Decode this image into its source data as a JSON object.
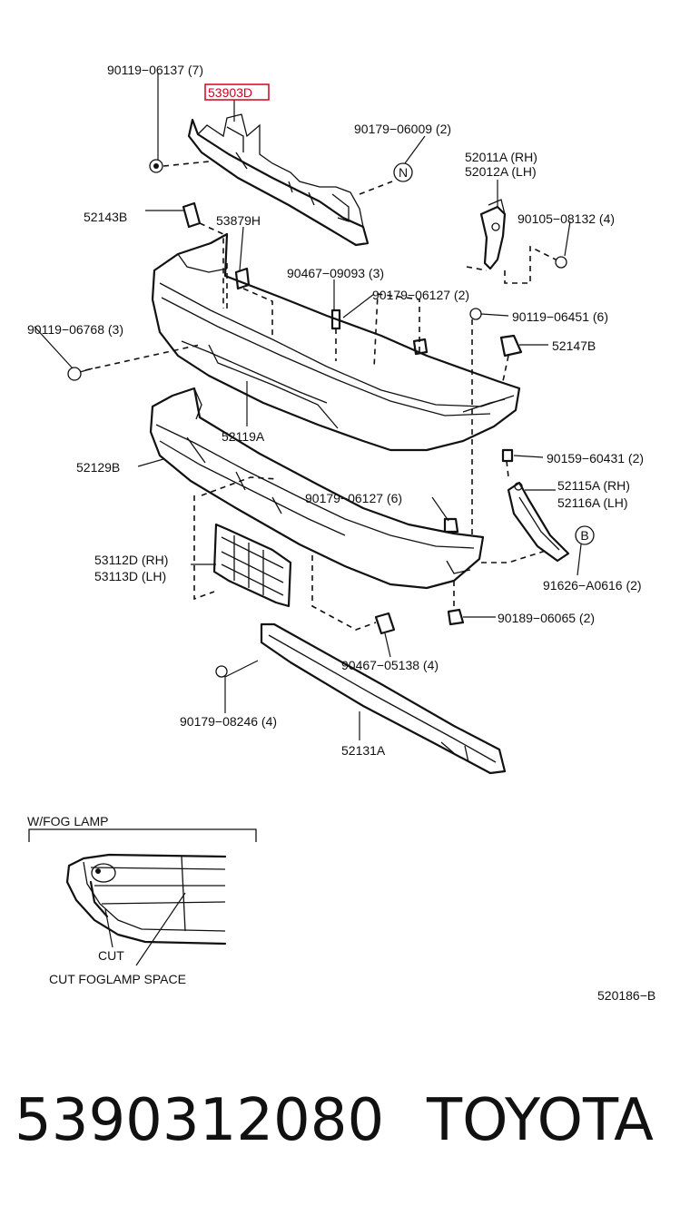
{
  "diagram": {
    "labels": [
      {
        "id": "p-90119-06137",
        "text": "90119−06137 (7)"
      },
      {
        "id": "p-53903d",
        "text": "53903D",
        "highlight": true
      },
      {
        "id": "p-90179-06009",
        "text": "90179−06009 (2)"
      },
      {
        "id": "p-52011a",
        "text": "52011A (RH)"
      },
      {
        "id": "p-52012a",
        "text": "52012A (LH)"
      },
      {
        "id": "p-52143b",
        "text": "52143B"
      },
      {
        "id": "p-53879h",
        "text": "53879H"
      },
      {
        "id": "p-90105-08132",
        "text": "90105−08132 (4)"
      },
      {
        "id": "p-90467-09093",
        "text": "90467−09093 (3)"
      },
      {
        "id": "p-90179-06127a",
        "text": "90179−06127 (2)"
      },
      {
        "id": "p-90119-06768",
        "text": "90119−06768 (3)"
      },
      {
        "id": "p-90119-06451",
        "text": "90119−06451 (6)"
      },
      {
        "id": "p-52147b",
        "text": "52147B"
      },
      {
        "id": "p-52119a",
        "text": "52119A"
      },
      {
        "id": "p-90159-60431",
        "text": "90159−60431 (2)"
      },
      {
        "id": "p-52129b",
        "text": "52129B"
      },
      {
        "id": "p-52115a",
        "text": "52115A (RH)"
      },
      {
        "id": "p-52116a",
        "text": "52116A (LH)"
      },
      {
        "id": "p-90179-06127b",
        "text": "90179−06127 (6)"
      },
      {
        "id": "p-53112d",
        "text": "53112D (RH)"
      },
      {
        "id": "p-53113d",
        "text": "53113D (LH)"
      },
      {
        "id": "p-91626-a0616",
        "text": "91626−A0616 (2)"
      },
      {
        "id": "p-90189-06065",
        "text": "90189−06065 (2)"
      },
      {
        "id": "p-90467-05138",
        "text": "90467−05138 (4)"
      },
      {
        "id": "p-90179-08246",
        "text": "90179−08246 (4)"
      },
      {
        "id": "p-52131a",
        "text": "52131A"
      },
      {
        "id": "ref-n",
        "text": "N"
      },
      {
        "id": "ref-b",
        "text": "B"
      }
    ],
    "inset": {
      "title": "W/FOG  LAMP",
      "cut_label": "CUT",
      "caption": "CUT FOGLAMP SPACE"
    },
    "figure_code": "520186−B"
  },
  "footer": {
    "part_number": "5390312080",
    "brand": "TOYOTA"
  },
  "colors": {
    "highlight": "#d0021b",
    "line": "#111111"
  }
}
